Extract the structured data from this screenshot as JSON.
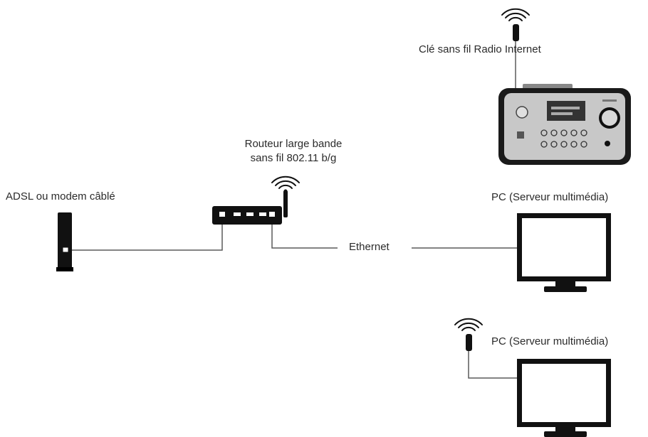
{
  "labels": {
    "modem": "ADSL ou modem câblé",
    "router_line1": "Routeur large bande",
    "router_line2": "sans fil 802.11 b/g",
    "ethernet": "Ethernet",
    "radio": "Clé sans fil Radio Internet",
    "pc1": "PC (Serveur multimédia)",
    "pc2": "PC (Serveur multimédia)"
  },
  "colors": {
    "line": "#5a5a5a",
    "device": "#111111",
    "radio_body": "#c8c8c8",
    "text": "#2b2b2b"
  },
  "icons": [
    "wifi-icon",
    "antenna-icon",
    "modem-icon",
    "router-icon",
    "radio-icon",
    "monitor-icon"
  ]
}
